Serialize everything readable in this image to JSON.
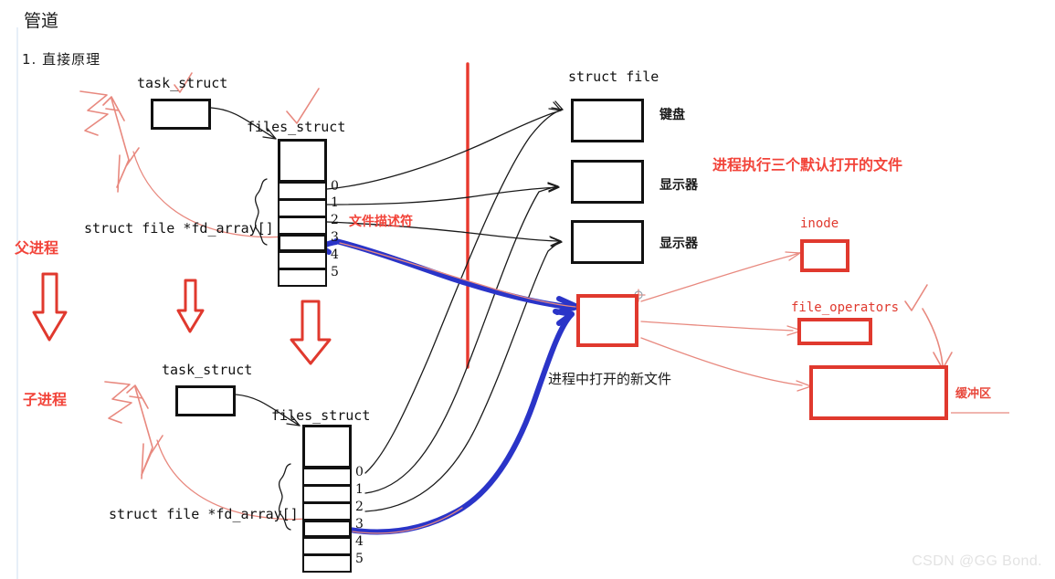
{
  "document": {
    "title": "管道",
    "section": "1.  直接原理",
    "watermark": "CSDN @GG Bond."
  },
  "parent_process": {
    "label": "父进程",
    "task_struct_label": "task_struct",
    "files_struct_label": "files_struct",
    "fd_array_label": "struct file *fd_array[]",
    "fd_indices": [
      "0",
      "1",
      "2",
      "3",
      "4",
      "5"
    ]
  },
  "child_process": {
    "label": "子进程",
    "task_struct_label": "task_struct",
    "files_struct_label": "files_struct",
    "fd_array_label": "struct file *fd_array[]",
    "fd_indices": [
      "0",
      "1",
      "2",
      "3",
      "4",
      "5"
    ]
  },
  "annotations": {
    "fd_descriptor": "文件描述符",
    "default_files_note": "进程执行三个默认打开的文件",
    "new_file_note": "进程中打开的新文件"
  },
  "struct_file": {
    "header": "struct file",
    "entries": [
      {
        "name": "键盘"
      },
      {
        "name": "显示器"
      },
      {
        "name": "显示器"
      }
    ]
  },
  "new_file_objects": {
    "inode_label": "inode",
    "file_operators_label": "file_operators",
    "buffer_label": "缓冲区"
  },
  "colors": {
    "red": "#e0392e",
    "red_bright": "#f2443a",
    "pink": "#e8897f",
    "blue": "#2a34c8",
    "black": "#111111",
    "guide_line": "#cfe0f2",
    "watermark": "#e3e3e3"
  }
}
